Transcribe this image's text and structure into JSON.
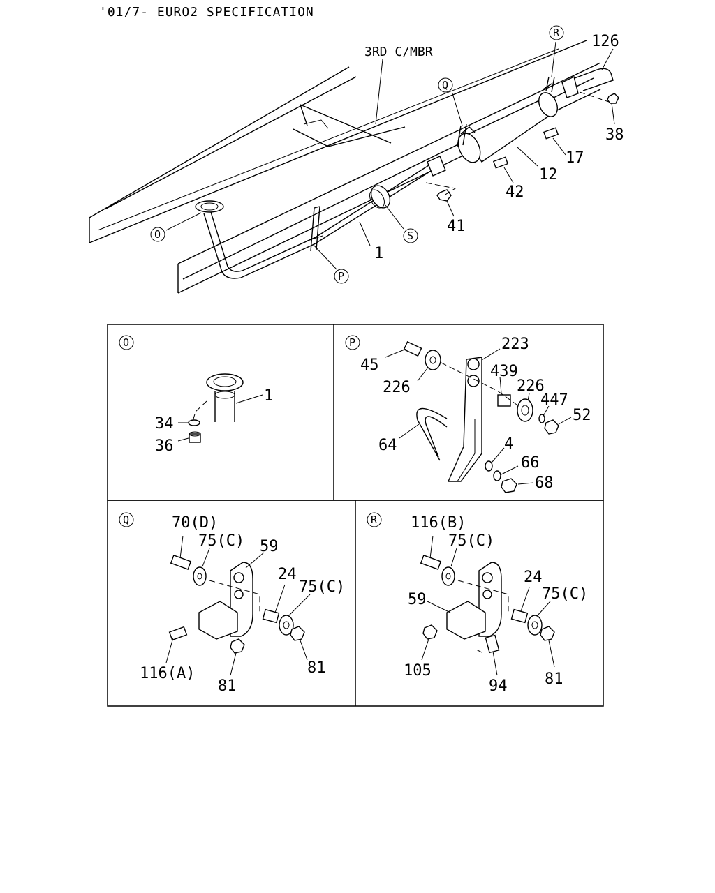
{
  "title": "'01/7- EURO2 SPECIFICATION",
  "main": {
    "member_label": "3RD C/MBR",
    "refs": {
      "O": "O",
      "P": "P",
      "Q": "Q",
      "R": "R",
      "S": "S"
    },
    "parts": {
      "p126": "126",
      "p38": "38",
      "p17": "17",
      "p12": "12",
      "p42": "42",
      "p41": "41",
      "p1": "1"
    }
  },
  "detail_O": {
    "ref": "O",
    "parts": {
      "p1": "1",
      "p34": "34",
      "p36": "36"
    }
  },
  "detail_P": {
    "ref": "P",
    "parts": {
      "p223": "223",
      "p45": "45",
      "p226a": "226",
      "p439": "439",
      "p226b": "226",
      "p447": "447",
      "p52": "52",
      "p64": "64",
      "p4": "4",
      "p66": "66",
      "p68": "68"
    }
  },
  "detail_Q": {
    "ref": "Q",
    "parts": {
      "p70d": "70(D)",
      "p75ca": "75(C)",
      "p59": "59",
      "p24": "24",
      "p75cb": "75(C)",
      "p116a": "116(A)",
      "p81a": "81",
      "p81b": "81"
    }
  },
  "detail_R": {
    "ref": "R",
    "parts": {
      "p116b": "116(B)",
      "p75ca": "75(C)",
      "p24": "24",
      "p59": "59",
      "p75cb": "75(C)",
      "p105": "105",
      "p94": "94",
      "p81": "81"
    }
  }
}
